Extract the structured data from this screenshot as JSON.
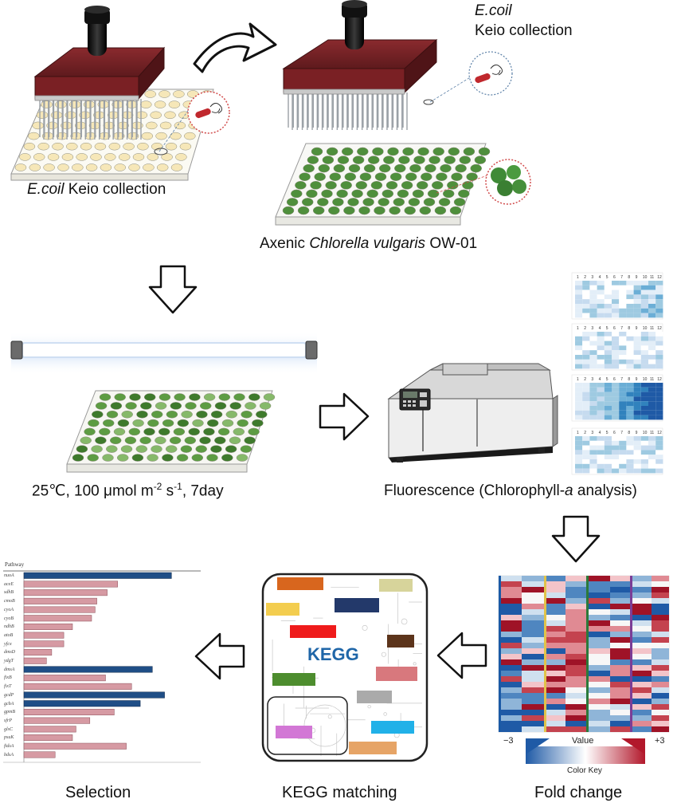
{
  "top": {
    "left_caption_species": "E.coil",
    "left_caption_rest": " Keio collection",
    "right_caption_species": "E.coil",
    "right_caption_rest": "Keio collection",
    "plate_caption_pre": "Axenic ",
    "plate_caption_species": "Chlorella vulgaris",
    "plate_caption_post": " OW-01"
  },
  "middle": {
    "condition_pre": "25℃, 100 μmol m",
    "condition_sup1": "-2",
    "condition_mid": " s",
    "condition_sup2": "-1",
    "condition_post": ", 7day",
    "analysis_pre": "Fluorescence (Chlorophyll-",
    "analysis_italic": "a",
    "analysis_post": " analysis)"
  },
  "heatmap_plates": {
    "column_numbers": [
      "1",
      "2",
      "3",
      "4",
      "5",
      "6",
      "7",
      "8",
      "9",
      "10",
      "11",
      "12"
    ]
  },
  "fold_change": {
    "scale_min": "−3",
    "scale_title": "Value",
    "scale_max": "+3",
    "key_label": "Color Key"
  },
  "kegg": {
    "title": "KEGG",
    "block_colors": [
      "#d8661e",
      "#d7d49b",
      "#f3cd4f",
      "#23396a",
      "#ef1b1b",
      "#5c341b",
      "#4d8d2e",
      "#d8787d",
      "#aaaaaa",
      "#21b1e8",
      "#d277d5",
      "#e6a466"
    ]
  },
  "selection": {
    "header": "Pathway",
    "rows": [
      {
        "label": "nuoA",
        "value": 0.85,
        "type": "highlight"
      },
      {
        "label": "aceE",
        "value": 0.54,
        "type": "normal"
      },
      {
        "label": "sdhB",
        "value": 0.48,
        "type": "normal"
      },
      {
        "label": "cmoB",
        "value": 0.42,
        "type": "normal"
      },
      {
        "label": "cyoA",
        "value": 0.41,
        "type": "normal"
      },
      {
        "label": "cyoB",
        "value": 0.39,
        "type": "normal"
      },
      {
        "label": "ndhB",
        "value": 0.28,
        "type": "normal"
      },
      {
        "label": "atoB",
        "value": 0.23,
        "type": "normal"
      },
      {
        "label": "yfcx",
        "value": 0.23,
        "type": "normal"
      },
      {
        "label": "dmsD",
        "value": 0.16,
        "type": "normal"
      },
      {
        "label": "ydgT",
        "value": 0.13,
        "type": "normal"
      },
      {
        "label": "dmsA",
        "value": 0.74,
        "type": "highlight"
      },
      {
        "label": "fixB",
        "value": 0.47,
        "type": "normal"
      },
      {
        "label": "fixT",
        "value": 0.62,
        "type": "normal"
      },
      {
        "label": "gcdP",
        "value": 0.81,
        "type": "highlight"
      },
      {
        "label": "gcbA",
        "value": 0.67,
        "type": "highlight"
      },
      {
        "label": "gpmB",
        "value": 0.52,
        "type": "normal"
      },
      {
        "label": "sfrP",
        "value": 0.38,
        "type": "normal"
      },
      {
        "label": "glsC",
        "value": 0.3,
        "type": "normal"
      },
      {
        "label": "psuK",
        "value": 0.28,
        "type": "normal"
      },
      {
        "label": "ftdsA",
        "value": 0.59,
        "type": "normal"
      },
      {
        "label": "bdsA",
        "value": 0.18,
        "type": "normal"
      }
    ],
    "colors": {
      "highlight": "#1f4e86",
      "normal": "#d69aa3"
    }
  },
  "stages": {
    "selection": "Selection",
    "kegg_matching": "KEGG matching",
    "fold_change": "Fold change"
  },
  "colors": {
    "press_body": "#6d1f22",
    "pin": "#9aa0a6",
    "handle": "#1b1b1b",
    "ecoli_well": "#f6e7b8",
    "algae_well": "#4f8f3c",
    "heat_blue": "#2065ad",
    "heat_red": "#b2182b"
  }
}
